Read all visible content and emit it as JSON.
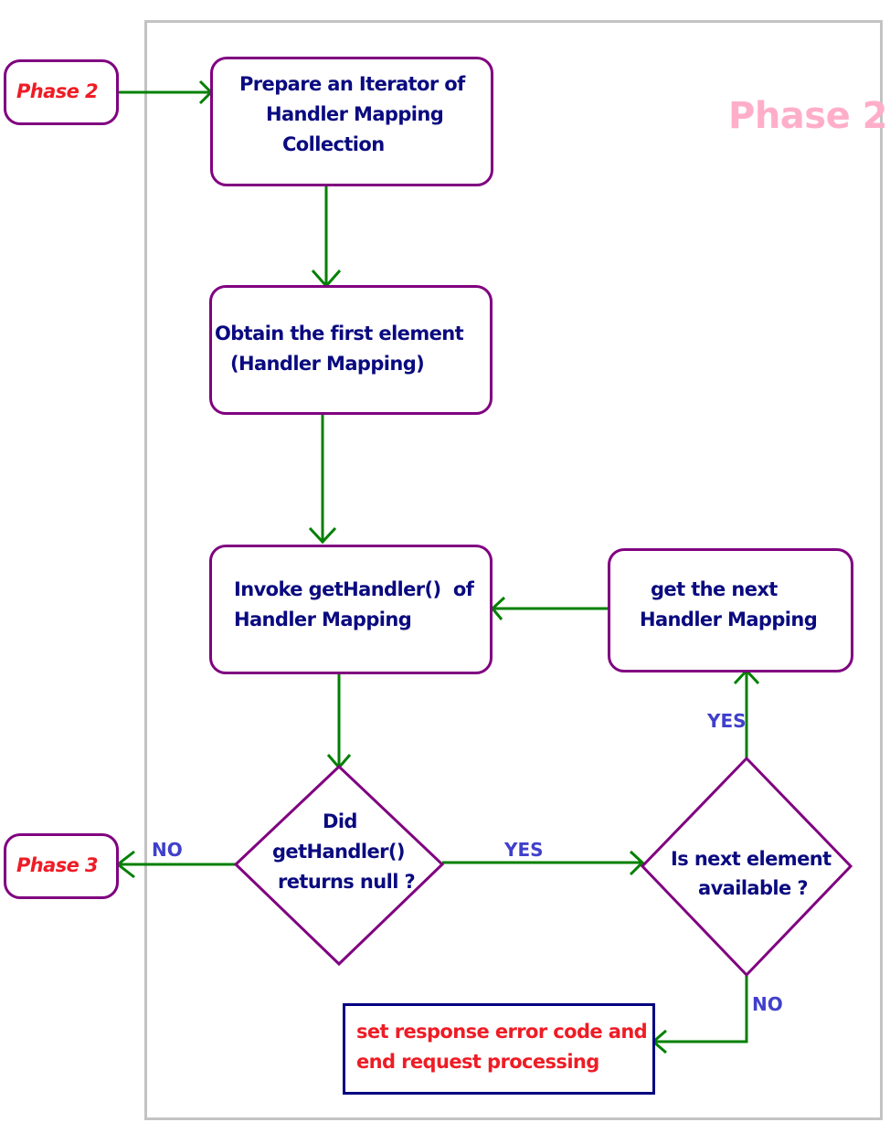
{
  "diagram": {
    "watermark": "Phase 2",
    "colors": {
      "box_border": "#800080",
      "arrow": "#008000",
      "node_text": "#0a0a80",
      "phase_text": "#ee1c25",
      "edge_label": "#4040cc",
      "watermark": "#ffaec9",
      "frame": "#c3c3c3",
      "error_border": "#000080"
    },
    "terminals": {
      "entry": "Phase 2",
      "exit": "Phase 3"
    },
    "nodes": {
      "prepare_iterator": [
        "Prepare an Iterator of",
        "Handler Mapping",
        "Collection"
      ],
      "obtain_first": [
        "Obtain the first element",
        "(Handler Mapping)"
      ],
      "invoke_gethandler": [
        "Invoke getHandler()  of",
        "Handler Mapping"
      ],
      "get_next": [
        "get the next",
        "Handler Mapping"
      ],
      "decision_null": [
        "Did",
        "getHandler()",
        "returns null ?"
      ],
      "decision_next": [
        "Is next element",
        "available ?"
      ],
      "error_end": [
        "set response error code and",
        "end request processing"
      ]
    },
    "edge_labels": {
      "null_no": "NO",
      "null_yes": "YES",
      "next_yes": "YES",
      "next_no": "NO"
    }
  }
}
